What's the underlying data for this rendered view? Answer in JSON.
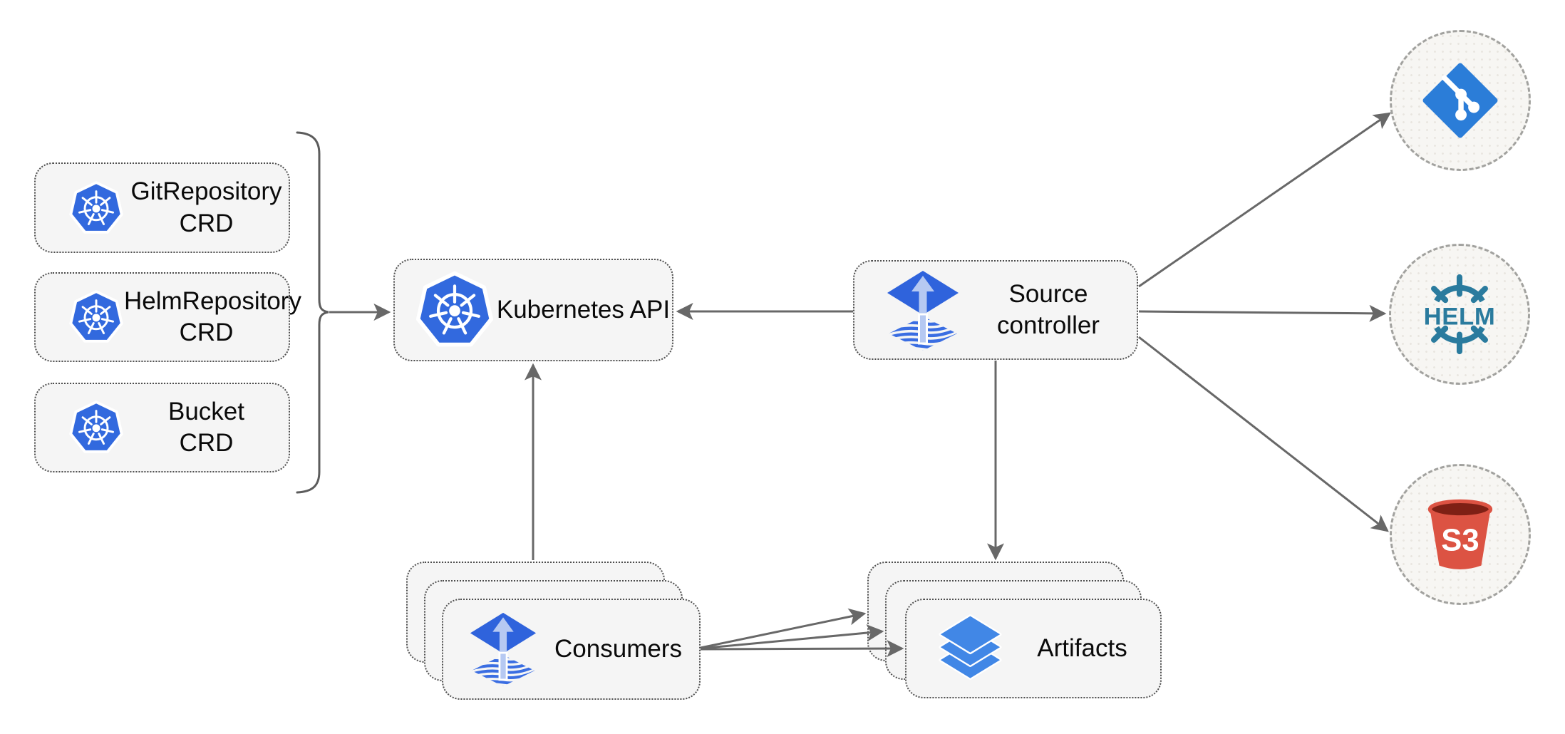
{
  "diagram": {
    "name": "flux-source-controller-architecture",
    "background": "#ffffff"
  },
  "colors": {
    "node_bg": "#f5f5f5",
    "node_border": "#4e4e4e",
    "endpoint_bg": "#f7f6f3",
    "endpoint_border": "#a2a29f",
    "arrow": "#686868",
    "kubernetes_blue": "#3269de",
    "flux_blue": "#2f63dc",
    "flux_arrow_light": "#b6c9f2",
    "layers_blue": "#4187e6",
    "git_blue": "#2b7dd8",
    "helm_teal": "#2a7b9e",
    "s3_red": "#dc5343",
    "s3_dark_red": "#7e2015",
    "label_color": "#0a0a0a"
  },
  "nodes": {
    "git_repository_crd": {
      "label": "GitRepository\nCRD",
      "icon": "kubernetes"
    },
    "helm_repository_crd": {
      "label": "HelmRepository\nCRD",
      "icon": "kubernetes"
    },
    "bucket_crd": {
      "label": "Bucket\nCRD",
      "icon": "kubernetes"
    },
    "kubernetes_api": {
      "label": "Kubernetes API",
      "icon": "kubernetes"
    },
    "source_controller": {
      "label": "Source\ncontroller",
      "icon": "flux"
    },
    "consumers": {
      "label": "Consumers",
      "icon": "flux",
      "stack_count": 3
    },
    "artifacts": {
      "label": "Artifacts",
      "icon": "layers",
      "stack_count": 3
    },
    "git_endpoint": {
      "icon": "git"
    },
    "helm_endpoint": {
      "icon": "helm",
      "icon_text": "HELM"
    },
    "s3_endpoint": {
      "icon": "s3",
      "icon_text": "S3"
    }
  },
  "edges": [
    {
      "from": "crd_group_brace",
      "to": "kubernetes_api",
      "style": "brace-arrow"
    },
    {
      "from": "source_controller",
      "to": "kubernetes_api"
    },
    {
      "from": "consumers",
      "to": "kubernetes_api"
    },
    {
      "from": "source_controller",
      "to": "artifacts"
    },
    {
      "from": "source_controller",
      "to": "git_endpoint"
    },
    {
      "from": "source_controller",
      "to": "helm_endpoint"
    },
    {
      "from": "source_controller",
      "to": "s3_endpoint"
    },
    {
      "from": "consumers",
      "to": "artifacts",
      "note": "three fanned arrows into stacked boxes"
    }
  ]
}
